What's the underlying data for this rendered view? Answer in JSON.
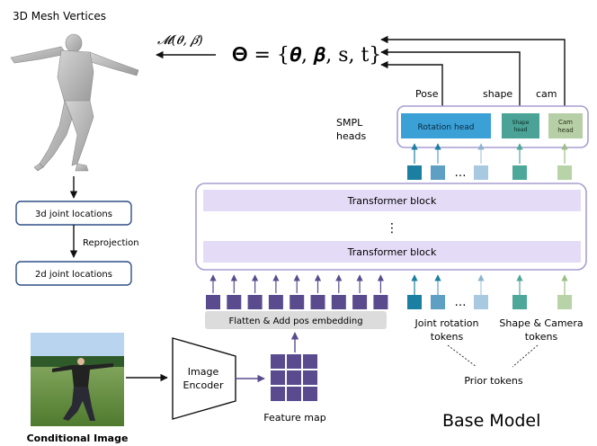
{
  "labels": {
    "mesh_title": "3D Mesh Vertices",
    "mesh_func": "𝓜(𝜽, 𝜷)",
    "theta_eq": "𝚯 = {𝜽, 𝜷, s, t}",
    "pose": "Pose",
    "shape": "shape",
    "cam": "cam",
    "smpl_heads_1": "SMPL",
    "smpl_heads_2": "heads",
    "rotation_head": "Rotation head",
    "shape_head_1": "Shape",
    "shape_head_2": "head",
    "cam_head_1": "Cam",
    "cam_head_2": "head",
    "transformer_top": "Transformer block",
    "transformer_bottom": "Transformer block",
    "vdots": "⋮",
    "ellipsis_top": "…",
    "ellipsis_bottom": "…",
    "joint_3d": "3d joint locations",
    "reprojection": "Reprojection",
    "joint_2d": "2d joint locations",
    "flatten": "Flatten & Add pos embedding",
    "joint_rot_tokens_1": "Joint rotation",
    "joint_rot_tokens_2": "tokens",
    "shape_cam_tokens_1": "Shape & Camera",
    "shape_cam_tokens_2": "tokens",
    "prior_tokens": "Prior tokens",
    "image_encoder_1": "Image",
    "image_encoder_2": "Encoder",
    "feature_map": "Feature map",
    "conditional_image": "Conditional Image",
    "base_model": "Base Model"
  },
  "colors": {
    "feature_token": "#5a4b8e",
    "joint_token_dark": "#1a7fa0",
    "joint_token_mid": "#5f9fc4",
    "joint_token_light": "#a9c9e0",
    "shape_token": "#4ea89a",
    "cam_token": "#b9d3a8",
    "rotation_head": "#3aa0d6",
    "shape_head": "#4aa396",
    "cam_head": "#b7cfa6",
    "transformer_fill": "#e4dcf7",
    "panel_border": "#a89ed0",
    "node_border": "#2f4f86",
    "flatten_fill": "#dcdcdc"
  }
}
